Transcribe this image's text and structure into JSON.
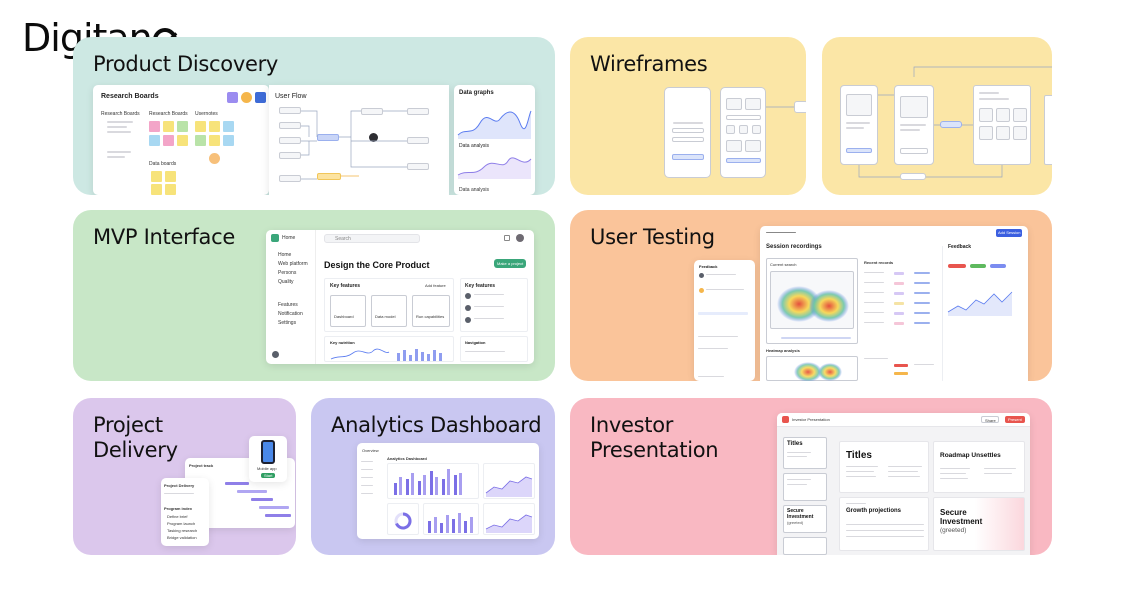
{
  "brand": {
    "name_prefix": "Digitan"
  },
  "cards": {
    "discovery": {
      "title": "Product Discovery",
      "research_boards": "Research Boards",
      "boards_col1": "Research Boards",
      "boards_col2": "Research Boards",
      "boards_col3": "Usernotes",
      "user_flow": "User Flow",
      "data_graphs": "Data graphs",
      "data_analysis": "Data analysis",
      "data_analysis2": "Data analysis"
    },
    "wireframes": {
      "title": "Wireframes"
    },
    "mvp": {
      "title": "MVP Interface",
      "app_name": "Home",
      "search": "Search",
      "nav": [
        "Home",
        "Web platform",
        "Persons",
        "Quality",
        "Features",
        "Notification",
        "Settings"
      ],
      "headline": "Design the Core Product",
      "cta": "Make a project",
      "key_features": "Key features",
      "key_features_tag": "Add feature",
      "features": [
        "Dashboard",
        "Data model",
        "Run capabilities"
      ],
      "key_nutrition": "Key nutrition",
      "key_nutrition2": "Key features",
      "navigation": "Navigation"
    },
    "testing": {
      "title": "User Testing",
      "session_recordings": "Session recordings",
      "feedback": "Feedback",
      "feedback_side": "Feedback",
      "current_search": "Current search",
      "heatmap_title": "Heatmap analysis",
      "recent_record": "Recent records",
      "new_session": "Add Session"
    },
    "delivery": {
      "title_line1": "Project",
      "title_line2": "Delivery",
      "panel_title": "Project Delivery",
      "projects": "Project track",
      "project_index": "Program index",
      "items": [
        "Define brief",
        "Program launch",
        "Tasking research",
        "Bridge validation"
      ],
      "mobile_app": "Mobile app",
      "mobile_cta": "Start"
    },
    "analytics": {
      "title": "Analytics Dashboard",
      "app_name": "Overview",
      "panel_title": "Analytics Dashboard"
    },
    "investor": {
      "title_line1": "Investor",
      "title_line2": "Presentation",
      "app_title": "Investor Presentation",
      "share": "Present",
      "slide_titles": "Titles",
      "roadmap": "Roadmap Unsettles",
      "growth": "Growth projections",
      "secure_line1": "Secure",
      "secure_line2": "Investment",
      "secure_line3": "(greeted)",
      "thumb_secure_line1": "Secure",
      "thumb_secure_line2": "Investment",
      "thumb_secure_line3": "(greeted)"
    }
  },
  "colors": {
    "discovery": "#cde8e3",
    "wireframes": "#fbe6a6",
    "mvp": "#c8e7c7",
    "testing": "#fac49a",
    "delivery": "#dbc7ec",
    "analytics": "#c9c7f1",
    "investor": "#f9b8c2",
    "accent_blue": "#5b7cf0",
    "accent_purple": "#8f7fe8"
  }
}
